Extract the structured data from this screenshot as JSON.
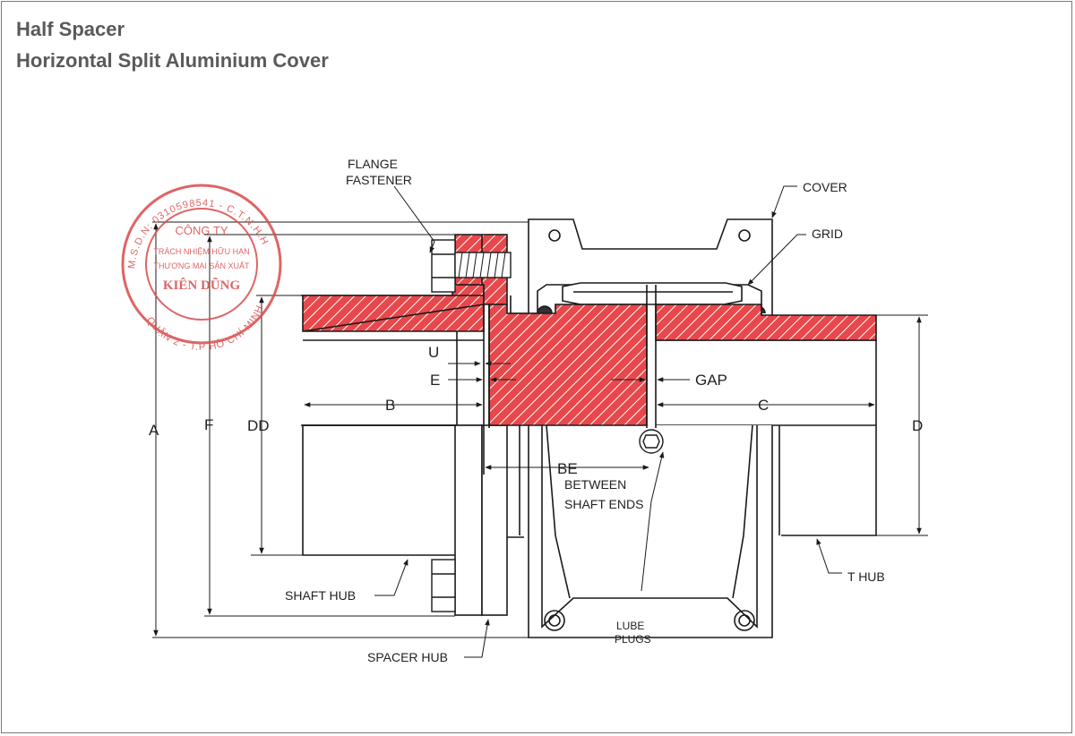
{
  "title": "Half Spacer",
  "subtitle": "Horizontal Split Aluminium Cover",
  "callouts": {
    "flange_fastener_1": "FLANGE",
    "flange_fastener_2": "FASTENER",
    "cover": "COVER",
    "grid": "GRID",
    "shaft_hub": "SHAFT HUB",
    "spacer_hub": "SPACER HUB",
    "t_hub": "T HUB",
    "lube_1": "LUBE",
    "lube_2": "PLUGS",
    "between_1": "BETWEEN",
    "between_2": "SHAFT ENDS"
  },
  "dimensions": {
    "a": "A",
    "f": "F",
    "dd": "DD",
    "d": "D",
    "b": "B",
    "c": "C",
    "u": "U",
    "e": "E",
    "gap": "GAP",
    "be": "BE"
  },
  "stamp": {
    "ring_text": "M.S.D.N: 0310598541 - C.T.N.H.H - QUẬN 2 - T.P HỒ CHÍ MINH",
    "line1": "CÔNG TY",
    "line2": "TRÁCH NHIỆM HỮU HẠN",
    "line3": "THƯƠNG MẠI SẢN XUẤT",
    "line4": "KIÊN DŨNG"
  },
  "colors": {
    "section_fill": "#e8484b",
    "hatch": "#ffffff",
    "stamp": "#d94b4b",
    "line": "#1a1a1a"
  }
}
